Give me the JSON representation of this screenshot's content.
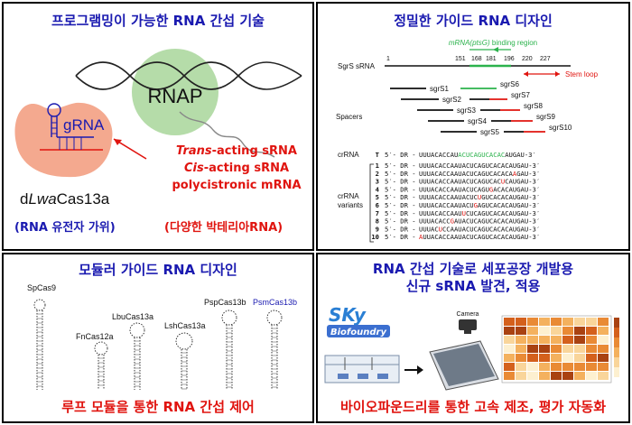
{
  "panel1": {
    "title": "프로그램밍이 가능한 RNA 간섭 기술",
    "rnap": "RNAP",
    "grna": "gRNA",
    "trans_prefix": "Trans",
    "trans_suffix": "-acting sRNA",
    "cis_prefix": "Cis",
    "cis_suffix": "-acting sRNA",
    "polycistronic": "polycistronic mRNA",
    "protein_d": "d",
    "protein_lwa": "Lwa",
    "protein_rest": "Cas13a",
    "left_caption": "(RNA 유전자 가위)",
    "right_caption": "(다양한 박테리아RNA)",
    "colors": {
      "title": "#1a1ab0",
      "red": "#e0140f",
      "cas": "#f4a98f",
      "rnap": "#a8d69a"
    }
  },
  "panel2": {
    "title": "정밀한 가이드 RNA 디자인",
    "binding_region_italic": "mRNA(ptsG)",
    "binding_region_rest": " binding region",
    "sgrs_label": "SgrS sRNA",
    "positions": [
      "1",
      "151",
      "168",
      "181",
      "196",
      "220",
      "227"
    ],
    "stem_loop": "Stem loop",
    "spacers_label": "Spacers",
    "spacers": [
      "sgrS1",
      "sgrS2",
      "sgrS3",
      "sgrS4",
      "sgrS5",
      "sgrS6",
      "sgrS7",
      "sgrS8",
      "sgrS9",
      "sgrS10"
    ],
    "crrna_label": "crRNA",
    "variants_label_1": "crRNA",
    "variants_label_2": "variants",
    "crrna_line": {
      "idx": "T",
      "prefix": "5′- DR -",
      "seq": "UUUACACCAUACUCAGUCACACAUGAU",
      "suffix": "-3′"
    },
    "variants": [
      {
        "idx": "1",
        "seq": "UUUACACCAAUACUCAGUCACACAUGAU"
      },
      {
        "idx": "2",
        "seq": "UUUACACCAAUACUCAGUCACACAAGAU"
      },
      {
        "idx": "3",
        "seq": "UUUACACCAAUACUCAGUCACUCAUGAU"
      },
      {
        "idx": "4",
        "seq": "UUUACACCAAUACUCAGUGACACAUGAU"
      },
      {
        "idx": "5",
        "seq": "UUUACACCAAUACUCUGUCACACAUGAU"
      },
      {
        "idx": "6",
        "seq": "UUUACACCAAUACUGAGUCACACAUGAU"
      },
      {
        "idx": "7",
        "seq": "UUUACACCAAUUCUCAGUCACACAUGAU"
      },
      {
        "idx": "8",
        "seq": "UUUACACCGAUACUCAGUCACACAUGAU"
      },
      {
        "idx": "9",
        "seq": "UUUACUCCAAUACUCAGUCACACAUGAU"
      },
      {
        "idx": "10",
        "seq": "AUUACACCAAUACUCAGUCACACAUGAU"
      }
    ],
    "colors": {
      "green": "#2bb24c",
      "red": "#e0140f"
    }
  },
  "panel3": {
    "title": "모듈러 가이드 RNA 디자인",
    "caption": "루프 모듈을 통한 RNA 간섭 제어",
    "labels": [
      "SpCas9",
      "FnCas12a",
      "LbuCas13a",
      "LshCas13a",
      "PspCas13b",
      "PsmCas13b"
    ]
  },
  "panel4": {
    "title_line1": "RNA 간섭 기술로 세포공장 개발용",
    "title_line2": "신규 sRNA 발견, 적용",
    "logo_sky": "SKy",
    "logo_biofoundry": "Biofoundry",
    "camera_label": "Camera",
    "caption": "바이오파운드리를 통한 고속 제조, 평가 자동화"
  }
}
